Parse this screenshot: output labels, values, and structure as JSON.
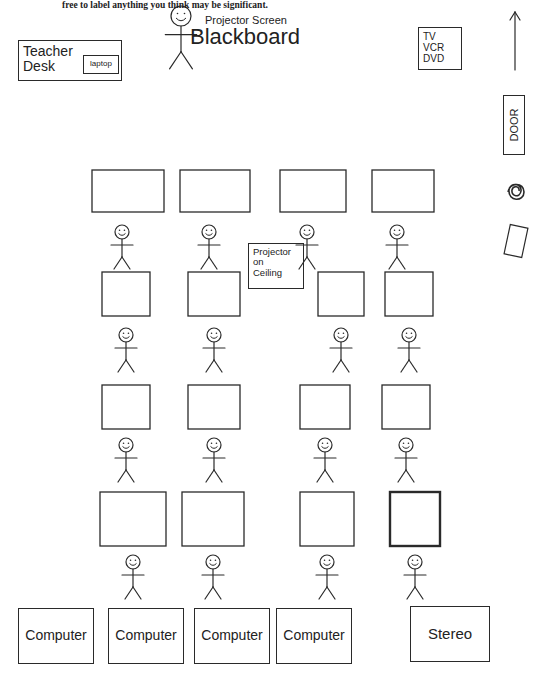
{
  "diagram": {
    "nodes": [
      {
        "text": [
          "Teacher Desk"
        ]
      },
      {
        "text": [
          "laptop"
        ],
        "in": 0
      },
      {
        "text": [
          "TV VCR DVD"
        ]
      },
      {
        "text": [
          "DOOR"
        ]
      },
      {
        "text": [
          "Projector on Ceiling"
        ]
      },
      {
        "text": [
          "Computer"
        ]
      },
      {
        "text": [
          "Computer"
        ]
      },
      {
        "text": [
          "Computer"
        ]
      },
      {
        "text": [
          "Computer"
        ]
      },
      {
        "text": [
          "Stereo"
        ]
      }
    ],
    "labels": [
      "free to label anything you think may be significant.",
      "Projector Screen",
      "Blackboard"
    ]
  }
}
